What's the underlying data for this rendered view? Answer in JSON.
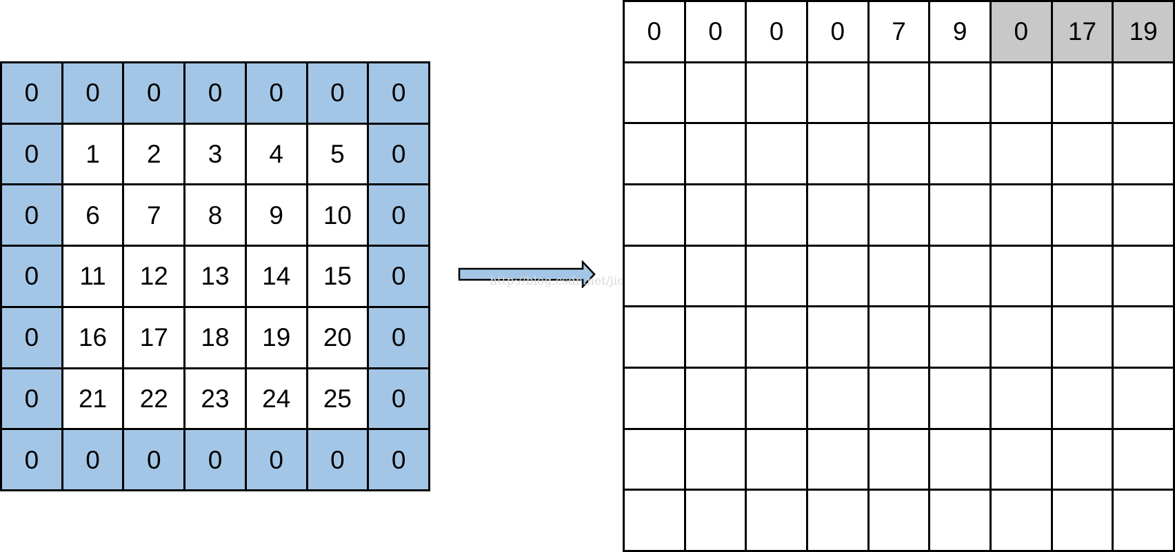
{
  "colors": {
    "padding": "#a4c6e6",
    "highlight": "#c8c8c8",
    "plain": "#ffffff",
    "border": "#000000",
    "arrow_fill": "#a4c6e6"
  },
  "input_grid": {
    "rows": [
      [
        "0",
        "0",
        "0",
        "0",
        "0",
        "0",
        "0"
      ],
      [
        "0",
        "1",
        "2",
        "3",
        "4",
        "5",
        "0"
      ],
      [
        "0",
        "6",
        "7",
        "8",
        "9",
        "10",
        "0"
      ],
      [
        "0",
        "11",
        "12",
        "13",
        "14",
        "15",
        "0"
      ],
      [
        "0",
        "16",
        "17",
        "18",
        "19",
        "20",
        "0"
      ],
      [
        "0",
        "21",
        "22",
        "23",
        "24",
        "25",
        "0"
      ],
      [
        "0",
        "0",
        "0",
        "0",
        "0",
        "0",
        "0"
      ]
    ]
  },
  "output_grid": {
    "rows": [
      [
        "0",
        "0",
        "0",
        "0",
        "7",
        "9",
        "0",
        "17",
        "19"
      ],
      [
        "",
        "",
        "",
        "",
        "",
        "",
        "",
        "",
        ""
      ],
      [
        "",
        "",
        "",
        "",
        "",
        "",
        "",
        "",
        ""
      ],
      [
        "",
        "",
        "",
        "",
        "",
        "",
        "",
        "",
        ""
      ],
      [
        "",
        "",
        "",
        "",
        "",
        "",
        "",
        "",
        ""
      ],
      [
        "",
        "",
        "",
        "",
        "",
        "",
        "",
        "",
        ""
      ],
      [
        "",
        "",
        "",
        "",
        "",
        "",
        "",
        "",
        ""
      ],
      [
        "",
        "",
        "",
        "",
        "",
        "",
        "",
        "",
        ""
      ],
      [
        "",
        "",
        "",
        "",
        "",
        "",
        "",
        "",
        ""
      ]
    ],
    "highlighted_cells": [
      [
        0,
        6
      ],
      [
        0,
        7
      ],
      [
        0,
        8
      ]
    ]
  },
  "watermark": "http://blog.csdn.net/jiongnima"
}
